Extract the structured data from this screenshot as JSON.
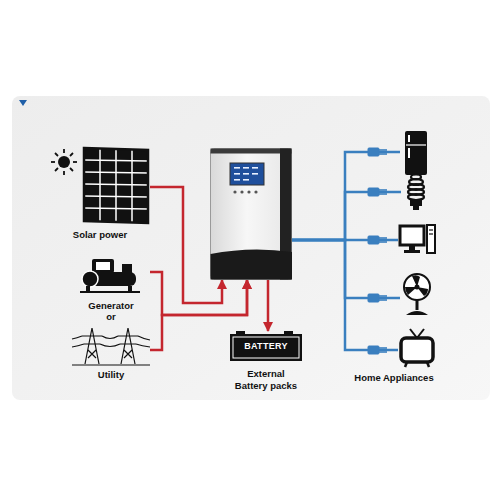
{
  "diagram": {
    "nodes": [
      {
        "text": [
          "Solar power"
        ]
      },
      {
        "text": [
          "Generator"
        ]
      },
      {
        "text": [
          "Utility"
        ]
      },
      {
        "text": []
      },
      {
        "text": [
          "BATTERY",
          "External Battery packs"
        ]
      },
      {
        "text": []
      },
      {
        "text": []
      },
      {
        "text": []
      },
      {
        "text": []
      },
      {
        "text": []
      }
    ],
    "edges": [
      {
        "from": 0,
        "to": 3,
        "arrow": "to"
      },
      {
        "from": 1,
        "to": 3,
        "arrow": "to"
      },
      {
        "from": 2,
        "to": 3,
        "arrow": "to"
      },
      {
        "from": 3,
        "to": 4,
        "arrow": "to"
      },
      {
        "from": 3,
        "to": 5,
        "arrow": "none"
      },
      {
        "from": 3,
        "to": 6,
        "arrow": "none"
      },
      {
        "from": 3,
        "to": 7,
        "arrow": "none"
      },
      {
        "from": 3,
        "to": 8,
        "arrow": "none"
      },
      {
        "from": 3,
        "to": 9,
        "arrow": "none"
      }
    ],
    "labels": [
      "or",
      "Home Appliances"
    ]
  }
}
